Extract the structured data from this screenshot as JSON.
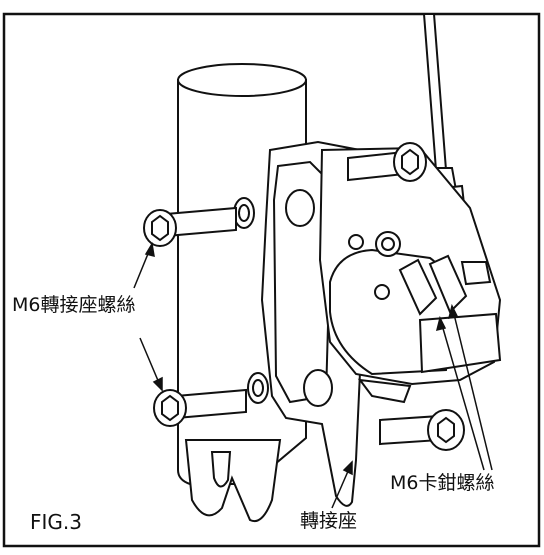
{
  "figure": {
    "label": "FIG.3"
  },
  "callouts": {
    "adapter_bolts": "M6轉接座螺絲",
    "caliper_bolts": "M6卡鉗螺絲",
    "adapter": "轉接座"
  },
  "colors": {
    "line": "#111111",
    "background": "#ffffff"
  }
}
